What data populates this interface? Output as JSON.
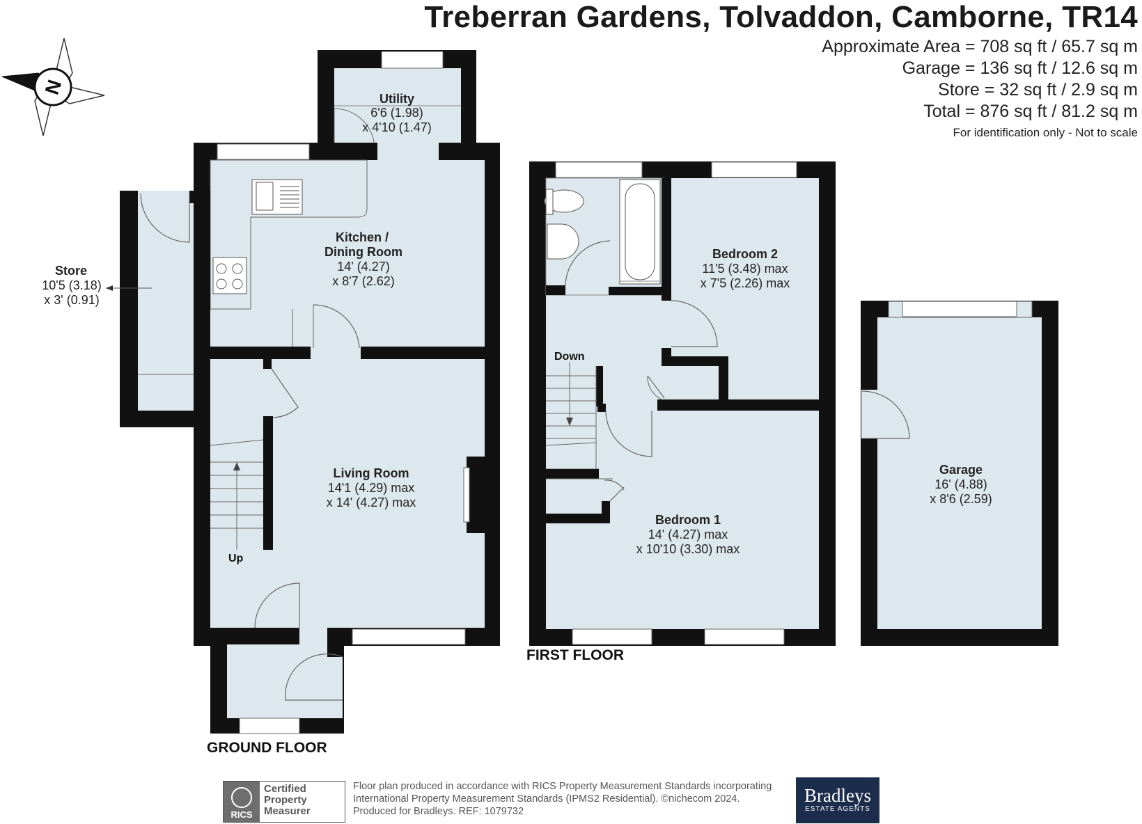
{
  "header": {
    "title": "Treberran Gardens, Tolvaddon, Camborne, TR14",
    "areas": [
      "Approximate Area = 708 sq ft / 65.7 sq m",
      "Garage = 136 sq ft / 12.6 sq m",
      "Store = 32 sq ft / 2.9 sq m",
      "Total = 876 sq ft / 81.2 sq m"
    ],
    "note": "For identification only - Not to scale"
  },
  "compass": {
    "label": "N",
    "icon": "north-compass-icon"
  },
  "floors": {
    "ground": "GROUND FLOOR",
    "first": "FIRST FLOOR"
  },
  "rooms": {
    "utility": {
      "name": "Utility",
      "dim1": "6'6 (1.98)",
      "dim2": "x 4'10 (1.47)"
    },
    "kitchen": {
      "name1": "Kitchen /",
      "name2": "Dining Room",
      "dim1": "14' (4.27)",
      "dim2": "x 8'7 (2.62)"
    },
    "store": {
      "name": "Store",
      "dim1": "10'5 (3.18)",
      "dim2": "x 3' (0.91)"
    },
    "living": {
      "name": "Living Room",
      "dim1": "14'1 (4.29) max",
      "dim2": "x 14' (4.27) max"
    },
    "bedroom2": {
      "name": "Bedroom 2",
      "dim1": "11'5 (3.48) max",
      "dim2": "x 7'5 (2.26) max"
    },
    "bedroom1": {
      "name": "Bedroom 1",
      "dim1": "14' (4.27) max",
      "dim2": "x 10'10 (3.30) max"
    },
    "garage": {
      "name": "Garage",
      "dim1": "16' (4.88)",
      "dim2": "x 8'6 (2.59)"
    }
  },
  "stairs": {
    "up": "Up",
    "down": "Down"
  },
  "footer": {
    "badge_org": "RICS",
    "badge_line1": "Certified",
    "badge_line2": "Property",
    "badge_line3": "Measurer",
    "text_line1": "Floor plan produced in accordance with RICS Property Measurement Standards incorporating",
    "text_line2": "International Property Measurement Standards (IPMS2 Residential).  ©nichecom 2024.",
    "text_line3": "Produced for Bradleys.   REF:  1079732",
    "logo_name": "Bradleys",
    "logo_sub": "ESTATE AGENTS"
  },
  "colors": {
    "room_fill": "#dde8ee",
    "wall": "#111111",
    "logo_bg": "#1c2c4c"
  }
}
